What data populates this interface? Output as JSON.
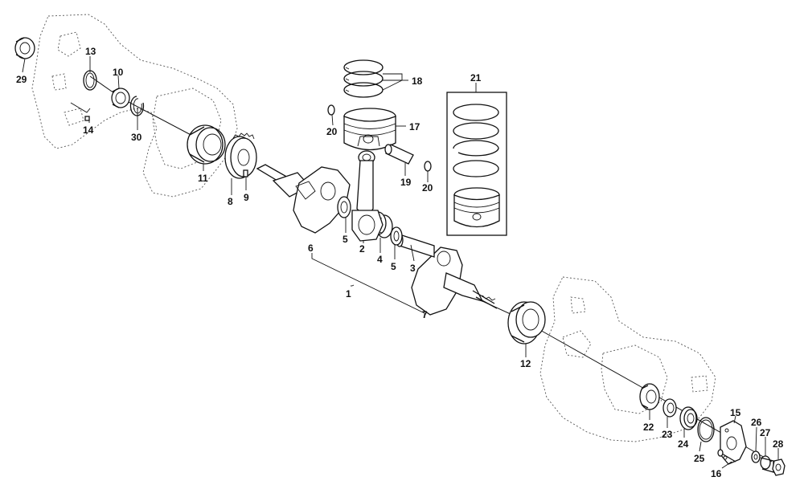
{
  "callouts": {
    "n1": "1",
    "n2": "2",
    "n3": "3",
    "n4": "4",
    "n5a": "5",
    "n5b": "5",
    "n6": "6",
    "n7": "7",
    "n8": "8",
    "n9": "9",
    "n10": "10",
    "n11": "11",
    "n12": "12",
    "n13": "13",
    "n14": "14",
    "n15": "15",
    "n16": "16",
    "n17": "17",
    "n18": "18",
    "n19": "19",
    "n20a": "20",
    "n20b": "20",
    "n21": "21",
    "n22": "22",
    "n23": "23",
    "n24": "24",
    "n25": "25",
    "n26": "26",
    "n27": "27",
    "n28": "28",
    "n29": "29",
    "n30": "30"
  },
  "colors": {
    "line": "#111111",
    "background": "#ffffff"
  }
}
